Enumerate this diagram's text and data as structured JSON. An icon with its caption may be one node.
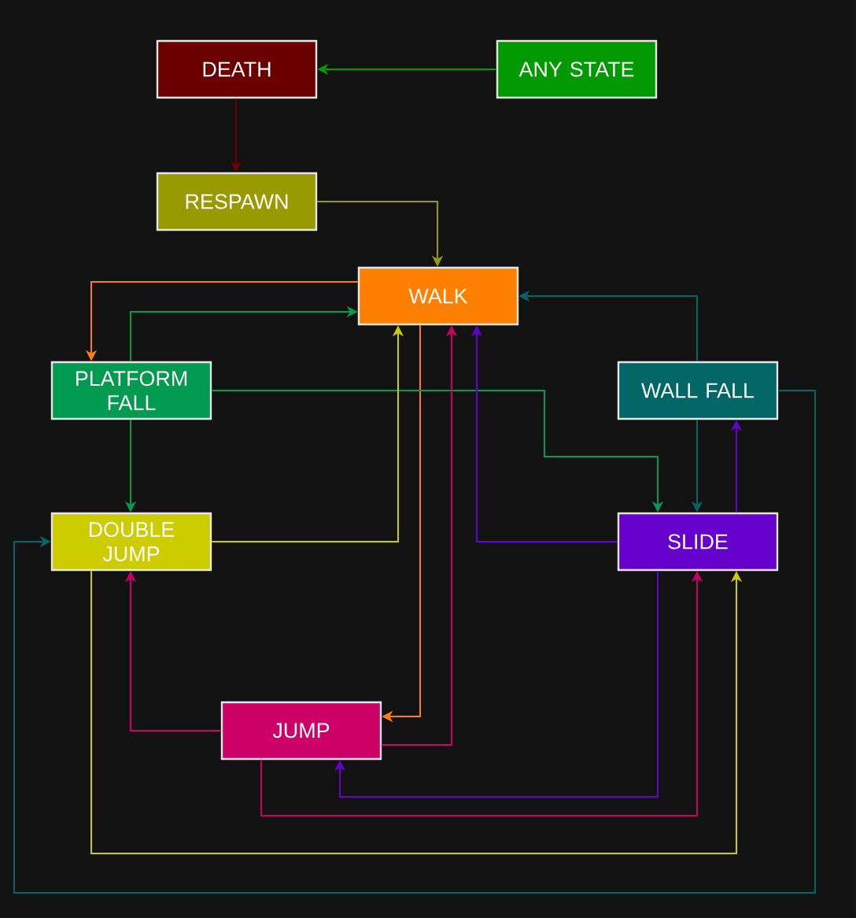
{
  "diagram": {
    "nodes": [
      {
        "text": [
          "DEATH"
        ]
      },
      {
        "text": [
          "ANY STATE"
        ]
      },
      {
        "text": [
          "RESPAWN"
        ]
      },
      {
        "text": [
          "WALK"
        ]
      },
      {
        "text": [
          "PLATFORM FALL"
        ]
      },
      {
        "text": [
          "WALL FALL"
        ]
      },
      {
        "text": [
          "DOUBLE JUMP"
        ]
      },
      {
        "text": [
          "SLIDE"
        ]
      },
      {
        "text": [
          "JUMP"
        ]
      }
    ],
    "edges": [
      {
        "from": 1,
        "to": 0,
        "arrow": "to",
        "color": "#009900"
      },
      {
        "from": 0,
        "to": 2,
        "arrow": "to",
        "color": "#6b0000"
      },
      {
        "from": 2,
        "to": 3,
        "arrow": "to",
        "color": "#999900"
      },
      {
        "from": 3,
        "to": 4,
        "arrow": "to",
        "color": "#ff8000"
      },
      {
        "from": 3,
        "to": 8,
        "arrow": "to",
        "color": "#ff8000"
      },
      {
        "from": 4,
        "to": 3,
        "arrow": "to",
        "color": "#009a50"
      },
      {
        "from": 4,
        "to": 6,
        "arrow": "to",
        "color": "#009a50"
      },
      {
        "from": 4,
        "to": 7,
        "arrow": "to",
        "color": "#009a50"
      },
      {
        "from": 5,
        "to": 3,
        "arrow": "to",
        "color": "#006666"
      },
      {
        "from": 5,
        "to": 7,
        "arrow": "to",
        "color": "#006666"
      },
      {
        "from": 5,
        "to": 6,
        "arrow": "to",
        "color": "#006666"
      },
      {
        "from": 6,
        "to": 3,
        "arrow": "to",
        "color": "#cccc00"
      },
      {
        "from": 6,
        "to": 7,
        "arrow": "to",
        "color": "#cccc00"
      },
      {
        "from": 7,
        "to": 3,
        "arrow": "to",
        "color": "#6600cc"
      },
      {
        "from": 7,
        "to": 5,
        "arrow": "to",
        "color": "#6600cc"
      },
      {
        "from": 7,
        "to": 8,
        "arrow": "to",
        "color": "#6600cc"
      },
      {
        "from": 8,
        "to": 6,
        "arrow": "to",
        "color": "#cc0066"
      },
      {
        "from": 8,
        "to": 3,
        "arrow": "to",
        "color": "#cc0066"
      },
      {
        "from": 8,
        "to": 7,
        "arrow": "to",
        "color": "#cc0066"
      }
    ]
  }
}
